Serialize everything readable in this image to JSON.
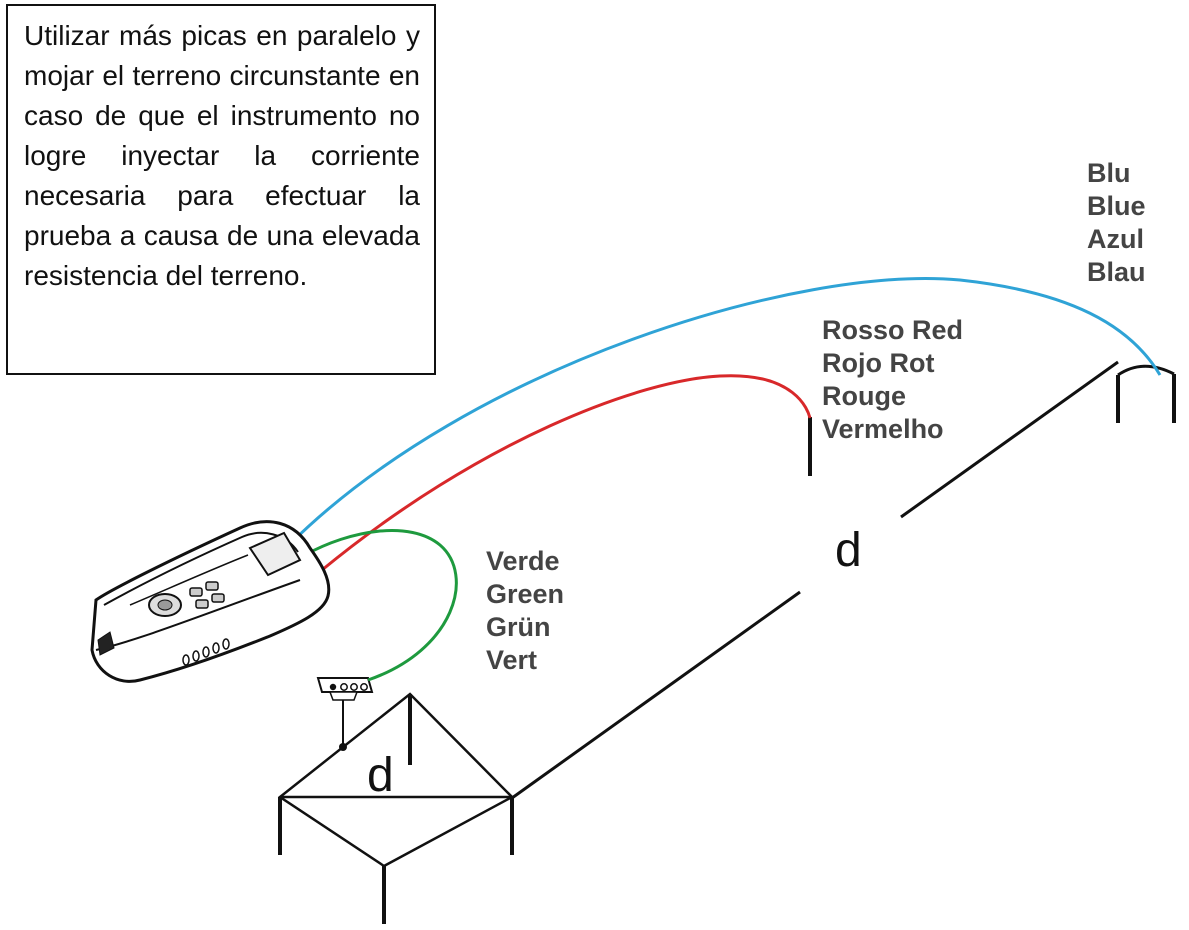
{
  "note": {
    "text": "Utilizar más picas en paralelo y mojar el terreno circunstante en caso de que el instrumento no logre inyectar la corriente necesaria para efectuar la prueba a causa de una elevada resistencia del terreno."
  },
  "cables": {
    "blue": {
      "labels": [
        "Blu",
        "Blue",
        "Azul",
        "Blau"
      ],
      "color": "#2fa3d6"
    },
    "red": {
      "labels": [
        "Rosso Red",
        "Rojo Rot",
        "Rouge",
        "Vermelho"
      ],
      "color": "#d8282a"
    },
    "green": {
      "labels": [
        "Verde",
        "Green",
        "Grün",
        "Vert"
      ],
      "color": "#1e9a3e"
    }
  },
  "distance_labels": {
    "long": "d",
    "square": "d"
  }
}
